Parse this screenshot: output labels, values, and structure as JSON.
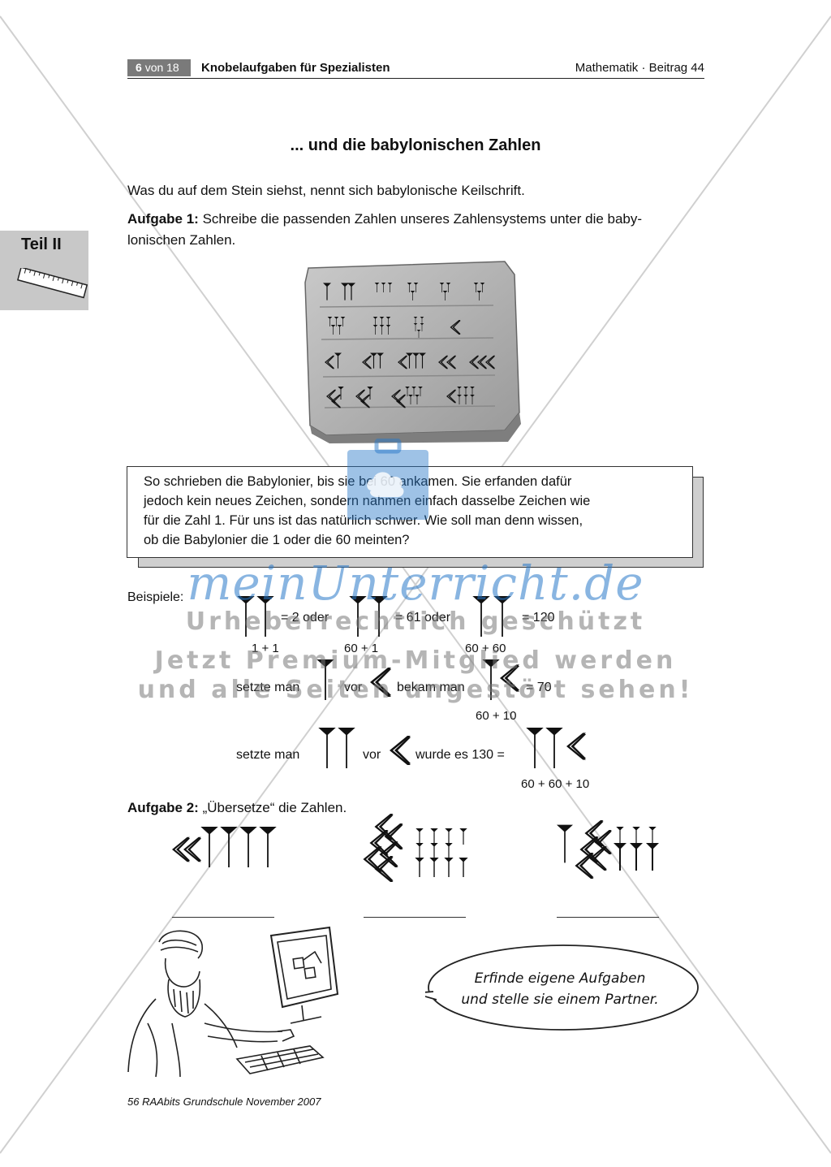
{
  "header": {
    "page_num": "6",
    "page_of": "von 18",
    "title": "Knobelaufgaben für Spezialisten",
    "subject": "Mathematik · Beitrag 44"
  },
  "side_tab": {
    "label": "Teil II",
    "icon": "ruler-icon"
  },
  "heading": "... und die babylonischen Zahlen",
  "intro": "Was du auf dem Stein siehst, nennt sich babylonische Keilschrift.",
  "task1": {
    "label": "Aufgabe 1:",
    "line1": " Schreibe die passenden Zahlen unseres Zahlensystems unter die baby-",
    "line2": "lonischen Zahlen."
  },
  "info_box": {
    "line1": "So schrieben die Babylonier, bis sie bei 60 ankamen. Sie erfanden dafür",
    "line2": "jedoch kein neues Zeichen, sondern nahmen einfach dasselbe Zeichen wie",
    "line3": "für die Zahl 1. Für uns ist das natürlich schwer. Wie soll man denn wissen,",
    "line4": "ob die Babylonier die 1 oder die 60 meinten?"
  },
  "examples": {
    "label": "Beispiele:",
    "eq1": "= 2 oder",
    "eq2": "= 61 oder",
    "eq3": "= 120",
    "sum1": "1 + 1",
    "sum2": "60 + 1",
    "sum3": "60 + 60",
    "row2_a": "setzte man",
    "row2_b": "vor",
    "row2_c": "bekam man",
    "row2_d": "= 70",
    "sum4": "60 + 10",
    "row3_a": "setzte man",
    "row3_b": "vor",
    "row3_c": "wurde es 130 =",
    "sum5": "60 + 60 + 10"
  },
  "task2": {
    "label": "Aufgabe 2:",
    "text": " „Übersetze“ die Zahlen."
  },
  "speech_bubble": {
    "line1": "Erfinde eigene Aufgaben",
    "line2": "und stelle sie einem Partner."
  },
  "footer": "56 RAAbits Grundschule November 2007",
  "watermark": {
    "logo": "meinUnterricht.de",
    "line1": "Urheberrechtlich geschützt",
    "line2": "Jetzt Premium-Mitglied werden",
    "line3": "und alle Seiten ungestört sehen!"
  },
  "colors": {
    "watermark_blue": "#2878c8",
    "tab_gray": "#c8c8c8",
    "header_gray": "#7a7a7a"
  }
}
